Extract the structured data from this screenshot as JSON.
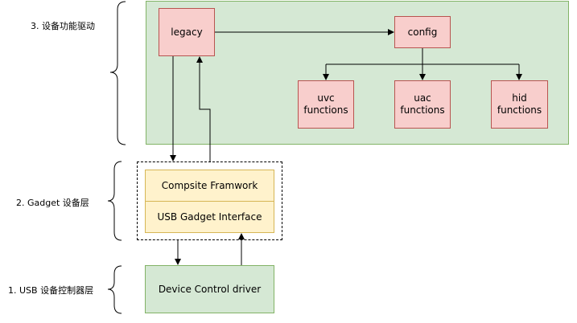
{
  "layers": {
    "layer3": "3. 设备功能驱动",
    "layer2": "2. Gadget 设备层",
    "layer1": "1. USB 设备控制器层"
  },
  "nodes": {
    "legacy": "legacy",
    "config": "config",
    "uvc": "uvc\nfunctions",
    "uac": "uac\nfunctions",
    "hid": "hid\nfunctions",
    "composite": "Compsite Framwork",
    "gadget_interface": "USB Gadget Interface",
    "device_control": "Device Control driver"
  },
  "colors": {
    "node_fill_red": "#f8cecc",
    "node_border_red": "#b85450",
    "region_fill_green": "#d5e8d4",
    "region_border_green": "#82b366",
    "node_fill_yellow": "#fff2cc",
    "node_border_yellow": "#d6b656"
  }
}
